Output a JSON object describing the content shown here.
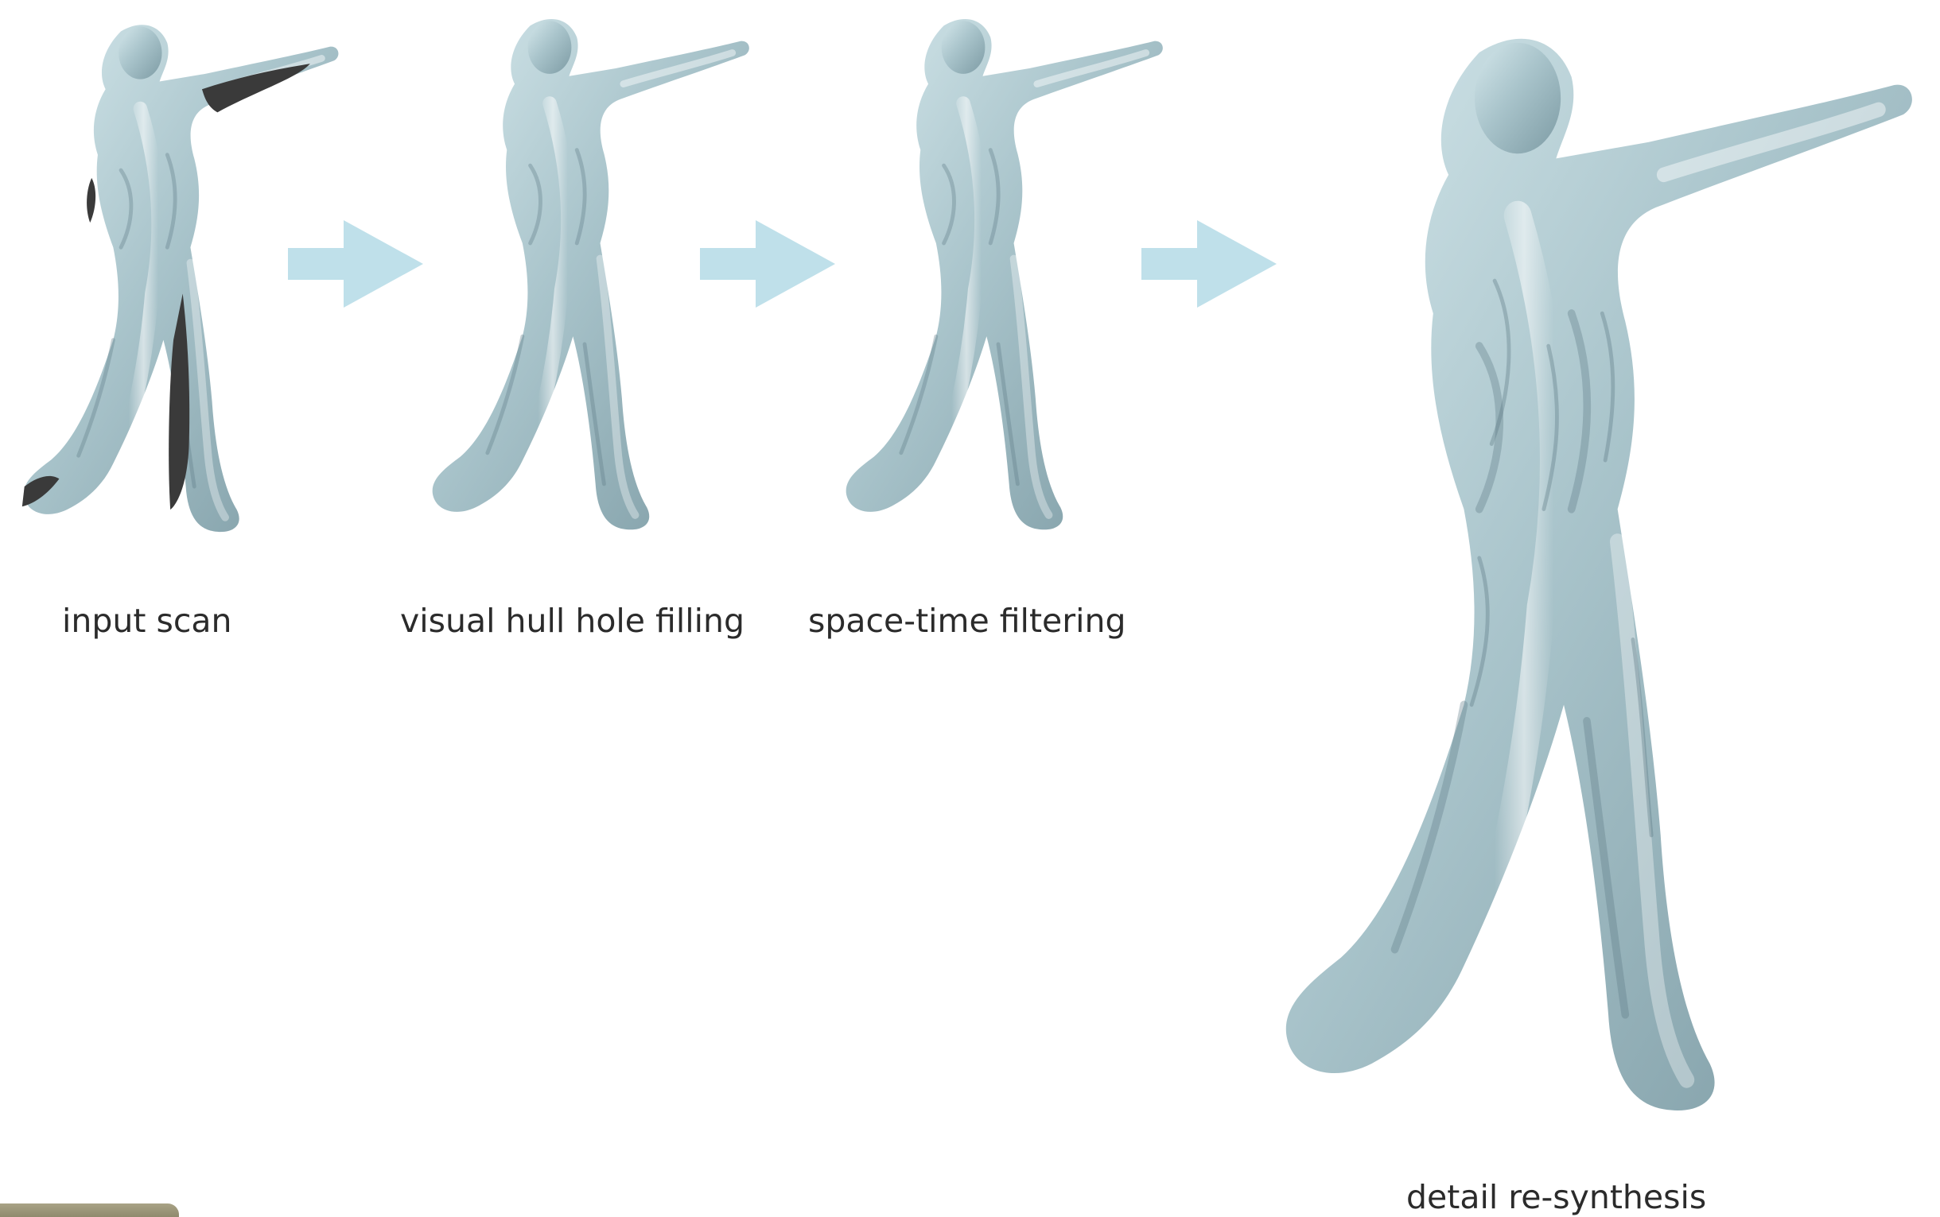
{
  "captions": {
    "step1": "input scan",
    "step2": "visual hull hole filling",
    "step3": "space-time filtering",
    "step4": "detail re-synthesis"
  },
  "colors": {
    "arrow": "#bfe0ea",
    "mesh_light": "#c9dfe4",
    "mesh_mid": "#9fbcc4",
    "mesh_dark": "#6f8e98",
    "hole": "#3a3a3a",
    "corner_tab": "#a9a386"
  }
}
